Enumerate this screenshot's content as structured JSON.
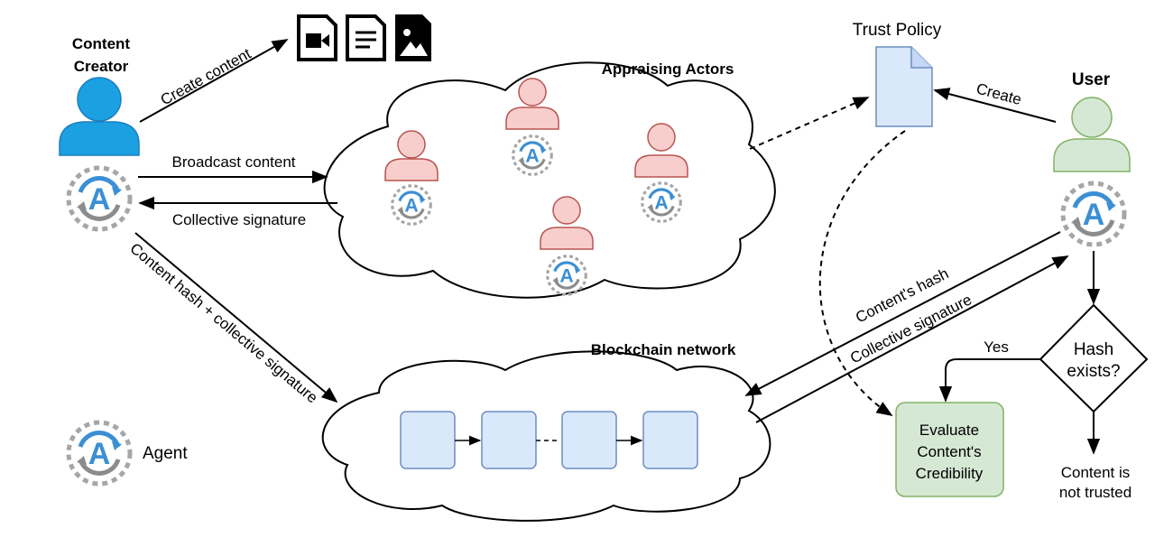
{
  "creator": {
    "line1": "Content",
    "line2": "Creator"
  },
  "edges": {
    "create_content": "Create content",
    "broadcast_content": "Broadcast content",
    "collective_signature": "Collective signature",
    "hash_plus_sig": "Content hash + collective signature",
    "contents_hash": "Content's hash",
    "collective_signature_2": "Collective signature",
    "create": "Create",
    "yes": "Yes"
  },
  "appraising_actors": "Appraising Actors",
  "blockchain_network": "Blockchain network",
  "trust_policy": "Trust Policy",
  "user": "User",
  "decision": {
    "line1": "Hash",
    "line2": "exists?"
  },
  "evaluate": {
    "line1": "Evaluate",
    "line2": "Content's",
    "line3": "Credibility"
  },
  "not_trusted": {
    "line1": "Content is",
    "line2": "not trusted"
  },
  "legend_agent": "Agent",
  "agent_letter": "A",
  "colors": {
    "creator": "#1ba1e2",
    "actor_fill": "#f8cecc",
    "actor_stroke": "#b85450",
    "user_fill": "#d5e8d4",
    "user_stroke": "#82b366",
    "block_fill": "#dae8fc",
    "block_stroke": "#6c8ebf",
    "agent_blue": "#3b8fd4",
    "agent_gray": "#999999"
  }
}
